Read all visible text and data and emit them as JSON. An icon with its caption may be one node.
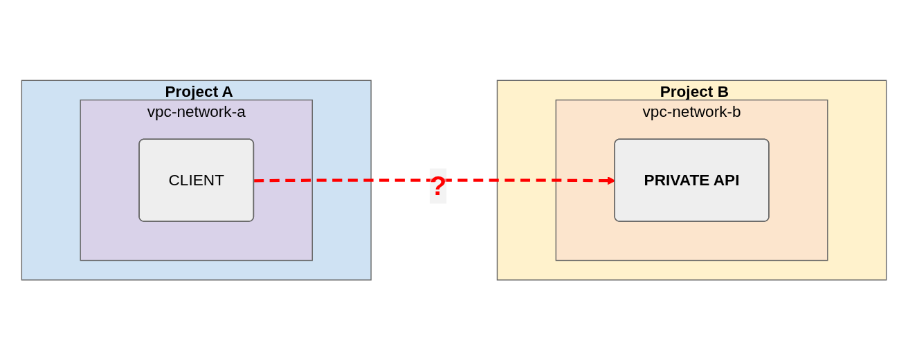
{
  "diagram": {
    "nodes": [
      {
        "text": [
          "Project A"
        ]
      },
      {
        "text": [
          "vpc-network-a"
        ],
        "in": 0
      },
      {
        "text": [
          "CLIENT"
        ],
        "in": 1
      },
      {
        "text": [
          "Project B"
        ]
      },
      {
        "text": [
          "vpc-network-b"
        ],
        "in": 3
      },
      {
        "text": [
          "PRIVATE API"
        ],
        "in": 4
      }
    ],
    "edges": [
      {
        "from": 2,
        "to": 5,
        "arrow": "to",
        "label": "?",
        "style": "dashed",
        "color": "#ff0000"
      }
    ]
  }
}
